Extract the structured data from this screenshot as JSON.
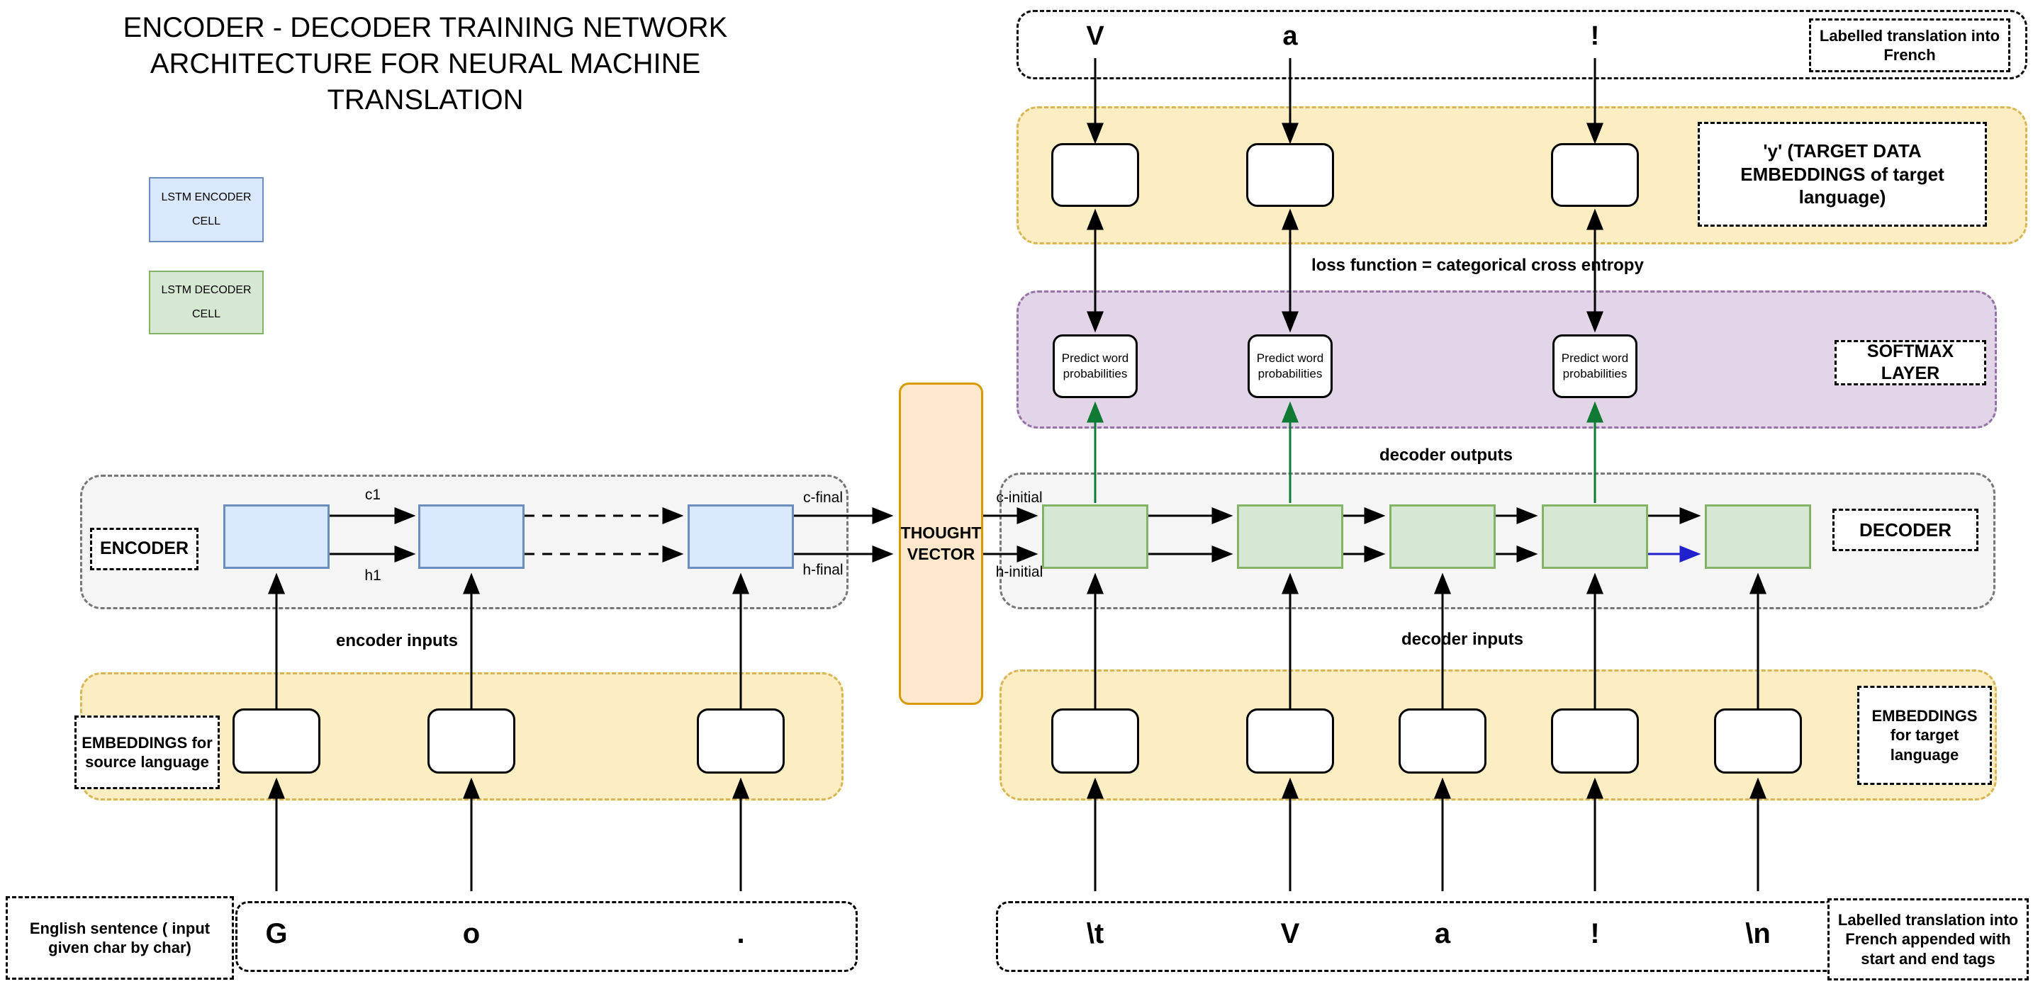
{
  "title": "ENCODER - DECODER TRAINING NETWORK ARCHITECTURE FOR NEURAL MACHINE TRANSLATION",
  "legend": {
    "encoder_cell": "LSTM ENCODER CELL",
    "decoder_cell": "LSTM DECODER CELL"
  },
  "encoder": {
    "label": "ENCODER",
    "inputs_label": "encoder inputs",
    "c1": "c1",
    "h1": "h1",
    "c_final": "c-final",
    "h_final": "h-final",
    "embeddings_label": "EMBEDDINGS for source language",
    "source_caption": "English sentence ( input given char by char)",
    "input_chars": [
      "G",
      "o",
      "."
    ]
  },
  "thought_vector": {
    "label": "THOUGHT VECTOR"
  },
  "decoder": {
    "label": "DECODER",
    "c_initial": "c-initial",
    "h_initial": "h-initial",
    "outputs_label": "decoder outputs",
    "inputs_label": "decoder inputs",
    "embeddings_label": "EMBEDDINGS for target language",
    "top_caption": "Labelled translation into French",
    "target_caption": "Labelled translation into French appended with start and end tags",
    "input_chars": [
      "\\t",
      "V",
      "a",
      "!",
      "\\n"
    ],
    "output_chars": [
      "V",
      "a",
      "!"
    ]
  },
  "softmax": {
    "label": "SOFTMAX LAYER",
    "predict_label": "Predict word probabilities"
  },
  "target_embeddings_label": "'y' (TARGET DATA EMBEDDINGS of target language)",
  "loss_label": "loss function = categorical cross entropy",
  "colors": {
    "encoder_cell_fill": "#d9e8fc",
    "encoder_cell_border": "#6c8ebf",
    "decoder_cell_fill": "#d6e8d2",
    "decoder_cell_border": "#82b366",
    "embeddings_band_fill": "#fcedc2",
    "embeddings_band_border": "#d6b656",
    "softmax_band_fill": "#e1d5e7",
    "softmax_band_border": "#9673a6",
    "lstm_band_fill": "#f5f5f5",
    "thought_vector_fill": "#ffe7cc",
    "thought_vector_border": "#d79b00",
    "decoder_output_arrow": "#0e7a34",
    "recurrent_blue_arrow": "#2020cc"
  }
}
